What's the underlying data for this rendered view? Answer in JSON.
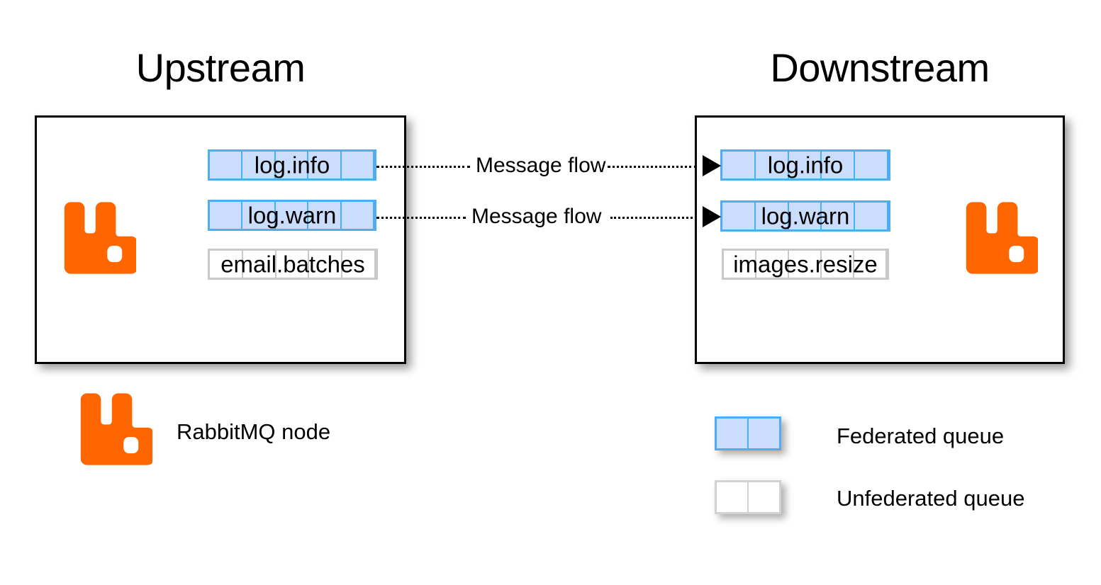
{
  "nodes": [
    {
      "id": "upstream",
      "title": "Upstream",
      "logo_icon": "rabbitmq-logo-icon",
      "queues": [
        {
          "name": "log.info",
          "type": "federated",
          "cells": 5
        },
        {
          "name": "log.warn",
          "type": "federated",
          "cells": 5
        },
        {
          "name": "email.batches",
          "type": "unfederated",
          "cells": 5
        }
      ]
    },
    {
      "id": "downstream",
      "title": "Downstream",
      "logo_icon": "rabbitmq-logo-icon",
      "queues": [
        {
          "name": "log.info",
          "type": "federated",
          "cells": 5
        },
        {
          "name": "log.warn",
          "type": "federated",
          "cells": 5
        },
        {
          "name": "images.resize",
          "type": "unfederated",
          "cells": 5
        }
      ]
    }
  ],
  "flows": [
    {
      "id": "flow-info",
      "label": "Message flow",
      "from": "log.info",
      "to": "log.info",
      "style": "dotted",
      "arrow_icon": "arrow-right-icon"
    },
    {
      "id": "flow-warn",
      "label": "Message flow",
      "from": "log.warn",
      "to": "log.warn",
      "style": "dotted",
      "arrow_icon": "arrow-right-icon"
    }
  ],
  "legend": {
    "items": [
      {
        "label": "RabbitMQ node",
        "swatch": "rabbitmq-logo-icon"
      },
      {
        "label": "Federated queue",
        "swatch": "federated-queue-swatch"
      },
      {
        "label": "Unfederated queue",
        "swatch": "unfederated-queue-swatch"
      }
    ]
  },
  "colors": {
    "rabbitmq_orange": "#FF6600",
    "federated_fill": "#CBDDFC",
    "federated_border": "#4EADF5",
    "unfederated_fill": "#FFFFFF",
    "unfederated_border": "#C9C9C9",
    "box_border": "#000000",
    "background": "#FFFFFF"
  }
}
